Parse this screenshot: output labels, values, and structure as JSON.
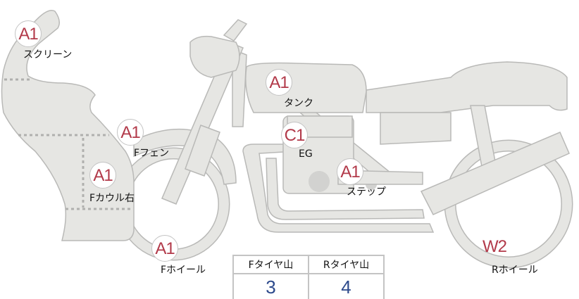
{
  "parts": [
    {
      "code": "A1",
      "label": "スクリーン"
    },
    {
      "code": "A1",
      "label": "タンク"
    },
    {
      "code": "A1",
      "label": "Fフェン"
    },
    {
      "code": "C1",
      "label": "EG"
    },
    {
      "code": "A1",
      "label": "Fカウル右"
    },
    {
      "code": "A1",
      "label": "ステップ"
    },
    {
      "code": "A1",
      "label": "Fホイール"
    },
    {
      "code": "W2",
      "label": "Rホイール"
    }
  ],
  "tire_table": {
    "headers": [
      "Fタイヤ山",
      "Rタイヤ山"
    ],
    "values": [
      "3",
      "4"
    ]
  },
  "colors": {
    "code": "#b23a4a",
    "value": "#2d4a8c",
    "part_fill": "#e6e6e3"
  }
}
